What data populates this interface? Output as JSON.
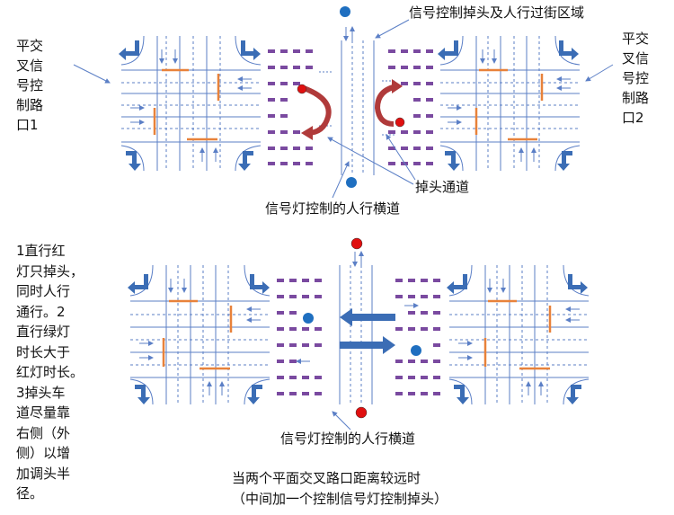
{
  "labels": {
    "top_region": "信号控制掉头及人行过街区域",
    "left_junction": [
      "平交",
      "叉信",
      "号控",
      "制路",
      "口1"
    ],
    "right_junction": [
      "平交",
      "叉信",
      "号控",
      "制路",
      "口2"
    ],
    "uturn_lane": "掉头通道",
    "crosswalk_top": "信号灯控制的人行横道",
    "crosswalk_bottom": "信号灯控制的人行横道",
    "notes": [
      "1直行红",
      "灯只掉头，",
      "同时人行",
      "通行。2",
      "直行绿灯",
      "时长大于",
      "红灯时长。",
      "3掉头车",
      "道尽量靠",
      "右侧（外",
      "侧）以增",
      "加调头半",
      "径。"
    ],
    "caption_1": "当两个平面交叉路口距离较远时",
    "caption_2": "（中间加一个控制信号灯控制掉头）"
  },
  "colors": {
    "road_line": "#5b7fc6",
    "stop_bar": "#e8823a",
    "turn_arrow": "#3b6db5",
    "crosswalk": "#7a4aa0",
    "uturn_arrow": "#b03a3a",
    "signal_blue": "#1f6fc0",
    "signal_red": "#e01010"
  }
}
